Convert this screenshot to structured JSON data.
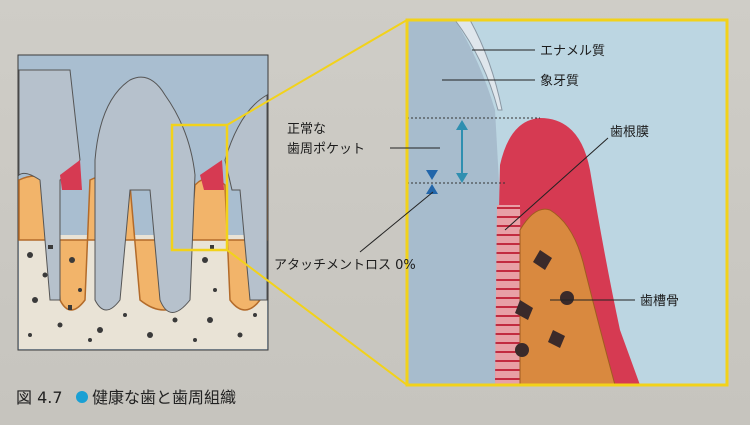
{
  "figure": {
    "number": "図 4.7",
    "title": "健康な歯と歯周組織"
  },
  "labels": {
    "enamel": "エナメル質",
    "dentin": "象牙質",
    "normal_pocket_line1": "正常な",
    "normal_pocket_line2": "歯周ポケット",
    "periodontal_ligament": "歯根膜",
    "attachment_loss": "アタッチメントロス 0%",
    "alveolar_bone": "歯槽骨"
  },
  "colors": {
    "highlight_frame": "#f2d21a",
    "caption_dot": "#1aa0d4",
    "gum": "#d63a52",
    "bone": "#d9893f",
    "tooth": "#b9c1ca",
    "arrow": "#2f8fb0"
  }
}
